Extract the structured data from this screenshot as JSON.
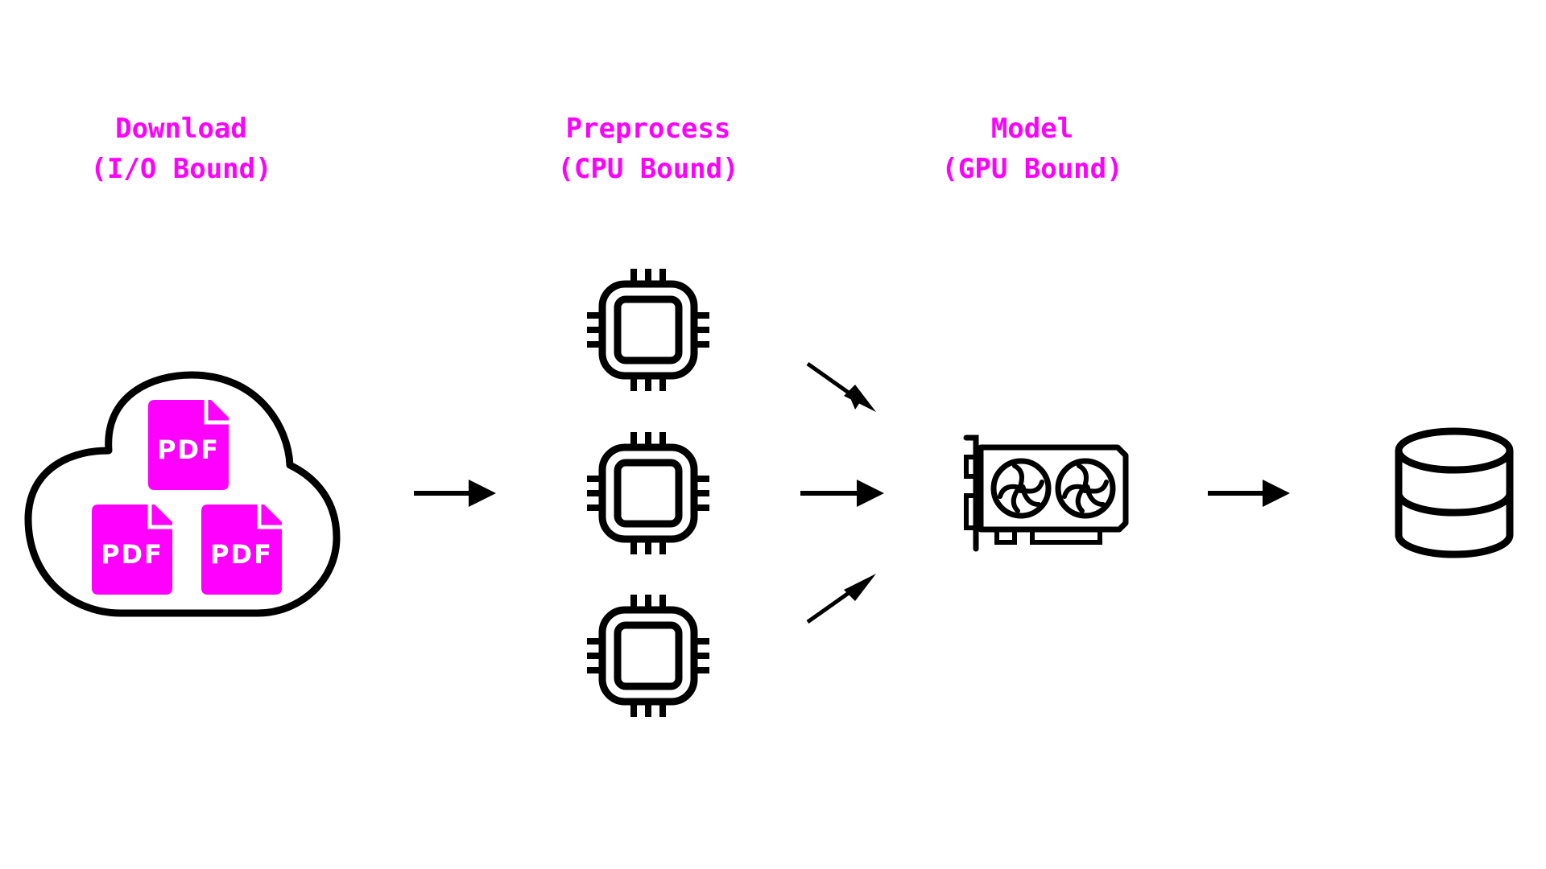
{
  "colors": {
    "accent": "#ff00ff",
    "ink": "#000000",
    "background": "#ffffff"
  },
  "stages": [
    {
      "title": "Download",
      "subtitle": "(I/O Bound)"
    },
    {
      "title": "Preprocess",
      "subtitle": "(CPU Bound)"
    },
    {
      "title": "Model",
      "subtitle": "(GPU Bound)"
    }
  ],
  "documents": [
    {
      "label": "PDF"
    },
    {
      "label": "PDF"
    },
    {
      "label": "PDF"
    }
  ],
  "icons": {
    "source": "cloud-icon",
    "document": "pdf-file-icon",
    "worker": "cpu-chip-icon",
    "model": "gpu-card-icon",
    "sink": "database-icon",
    "flow": "arrow-right-icon"
  }
}
